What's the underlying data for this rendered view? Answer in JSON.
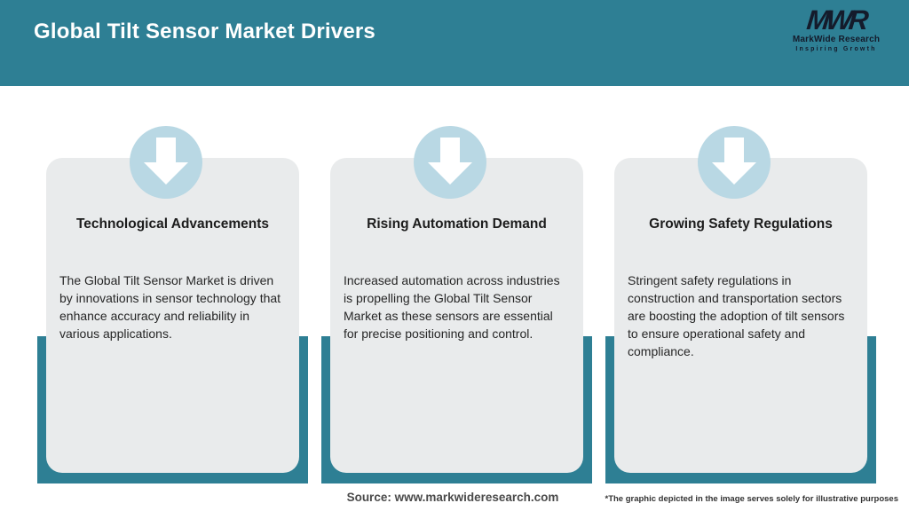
{
  "header": {
    "title": "Global Tilt Sensor Market Drivers"
  },
  "logo": {
    "monogram": "MWR",
    "name": "MarkWide Research",
    "tagline": "Inspiring Growth"
  },
  "cards": [
    {
      "icon": "down-arrow-icon",
      "title": "Technological Advancements",
      "body": "The Global Tilt Sensor Market is driven by innovations in sensor technology that enhance accuracy and reliability in various applications."
    },
    {
      "icon": "down-arrow-icon",
      "title": "Rising Automation Demand",
      "body": "Increased automation across industries is propelling the Global Tilt Sensor Market as these sensors are essential for precise positioning and control."
    },
    {
      "icon": "down-arrow-icon",
      "title": "Growing Safety Regulations",
      "body": "Stringent safety regulations in construction and transportation sectors are boosting the adoption of tilt sensors to ensure operational safety and compliance."
    }
  ],
  "footer": {
    "source": "Source: www.markwideresearch.com",
    "disclaimer": "*The graphic depicted in the image serves solely for illustrative purposes"
  },
  "colors": {
    "teal": "#2e7f94",
    "card_bg": "#e9ebec",
    "circle_bg": "#b9d8e4",
    "logo_navy": "#141b2b",
    "title_ink": "#1c1c1c",
    "body_ink": "#262626",
    "muted_ink": "#4a4a4a"
  }
}
